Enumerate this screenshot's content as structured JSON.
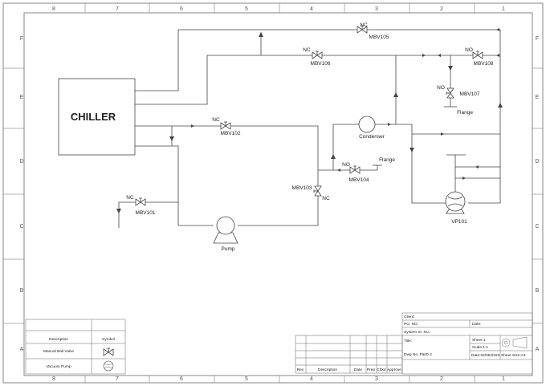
{
  "zones": {
    "columns": [
      "8",
      "7",
      "6",
      "5",
      "4",
      "3",
      "2",
      "1"
    ],
    "rows": [
      "F",
      "E",
      "D",
      "C",
      "B",
      "A"
    ]
  },
  "equipment": {
    "chiller": "CHILLER",
    "condenser": "Condenser",
    "pump": "Pump",
    "vp101": "VP101",
    "flange": "Flange"
  },
  "valves": {
    "mbv101": {
      "tag": "MBV101",
      "state": "NC"
    },
    "mbv102": {
      "tag": "MBV102",
      "state": "NC"
    },
    "mbv103": {
      "tag": "MBV103",
      "state": "NC"
    },
    "mbv104": {
      "tag": "MBV104",
      "state": "NO"
    },
    "mbv105": {
      "tag": "MBV105",
      "state": "NC"
    },
    "mbv106": {
      "tag": "MBV106",
      "state": "NC"
    },
    "mbv107": {
      "tag": "MBV107",
      "state": "NO"
    },
    "mbv108": {
      "tag": "MBV108",
      "state": "NO"
    }
  },
  "legend": {
    "headers": [
      "Description",
      "Symbol"
    ],
    "rows": [
      "Manual Ball Valve",
      "Vacuum Pump"
    ]
  },
  "revision": {
    "columns": [
      "Rev",
      "Description",
      "Date",
      "Prep",
      "Chkd",
      "Approve"
    ]
  },
  "title_block": {
    "client": "Client:",
    "po_no": "PO. NO.",
    "date": "Date:",
    "system_sr_no": "System Sr. No.:",
    "title": "Title:",
    "dwg_no": "Dwg No.:P&ID 2",
    "sheet": "Sheet:1",
    "scale": "Scale:1:1",
    "date_value": "Date:02/05/2022",
    "sheet_size": "Sheet Size:A3"
  }
}
